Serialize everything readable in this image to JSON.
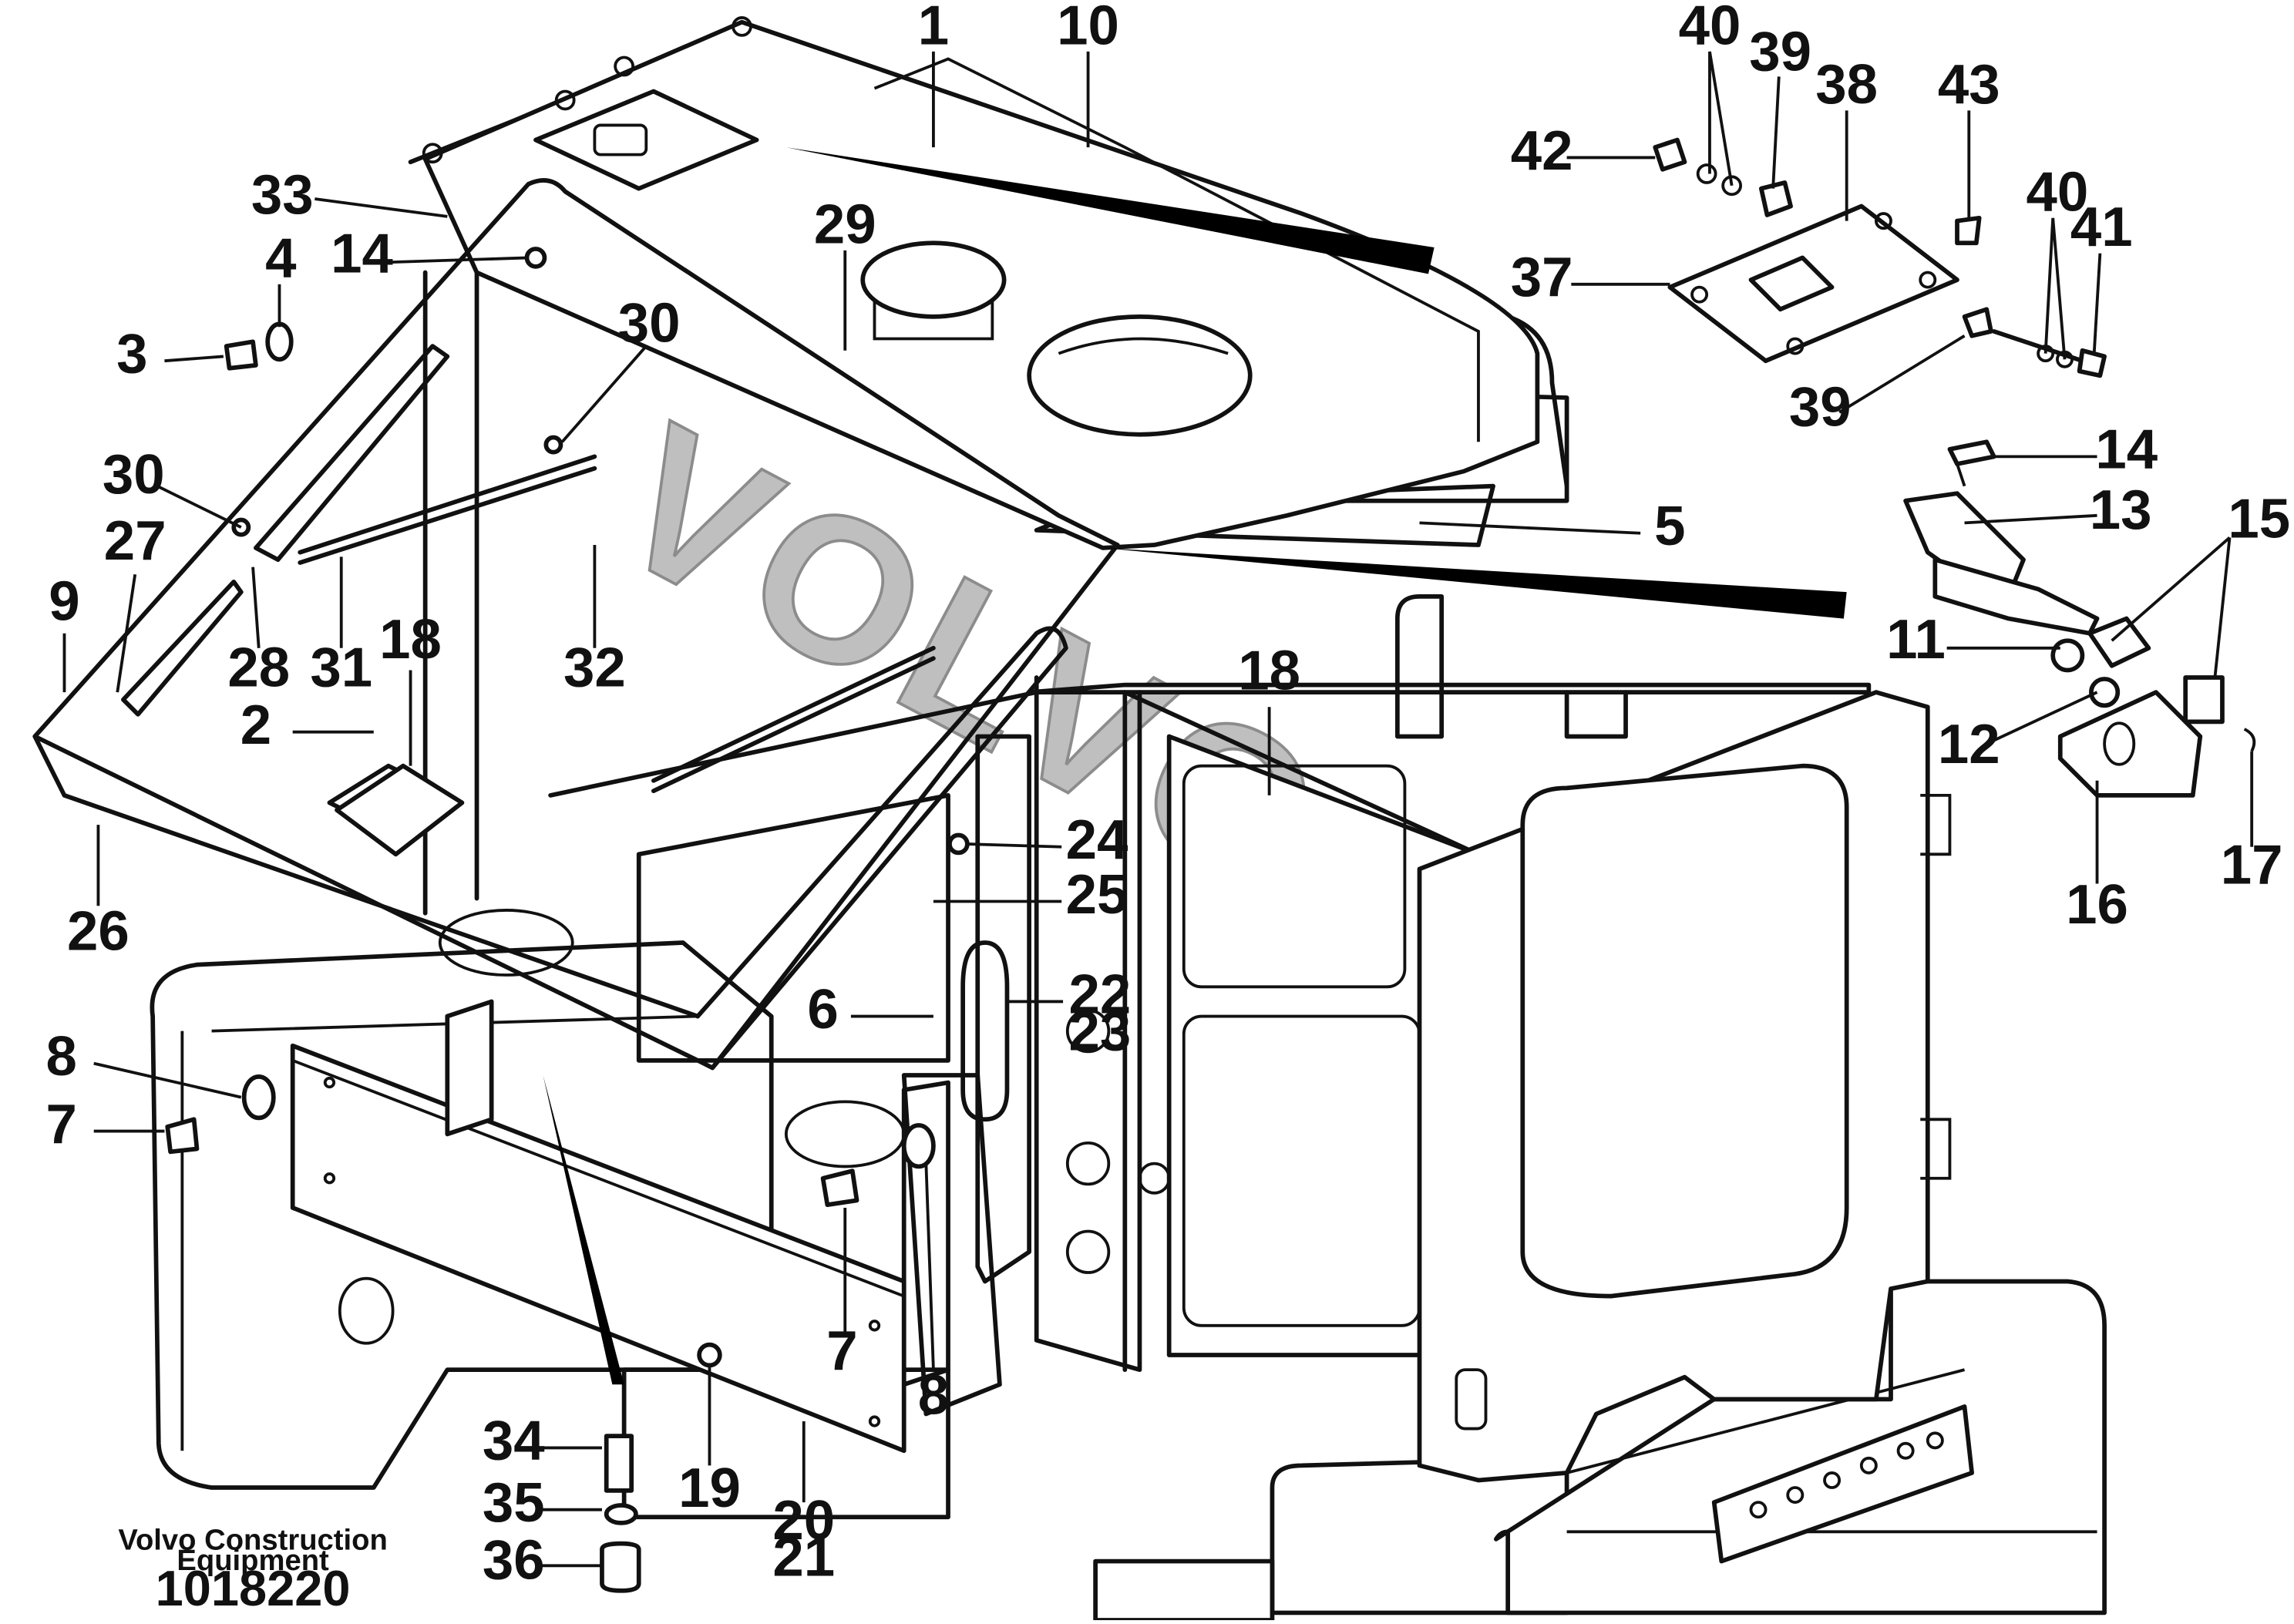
{
  "diagram": {
    "brand_watermark": "VOLVO",
    "publisher": "Volvo Construction\nEquipment",
    "publisher_line1": "Volvo Construction",
    "publisher_line2": "Equipment",
    "document_number": "1018220",
    "callouts": [
      {
        "id": "c1",
        "label": "1"
      },
      {
        "id": "c10",
        "label": "10"
      },
      {
        "id": "c33",
        "label": "33"
      },
      {
        "id": "c14a",
        "label": "14"
      },
      {
        "id": "c4",
        "label": "4"
      },
      {
        "id": "c3",
        "label": "3"
      },
      {
        "id": "c29",
        "label": "29"
      },
      {
        "id": "c30a",
        "label": "30"
      },
      {
        "id": "c30b",
        "label": "30"
      },
      {
        "id": "c27",
        "label": "27"
      },
      {
        "id": "c9",
        "label": "9"
      },
      {
        "id": "c28",
        "label": "28"
      },
      {
        "id": "c31",
        "label": "31"
      },
      {
        "id": "c32",
        "label": "32"
      },
      {
        "id": "c18a",
        "label": "18"
      },
      {
        "id": "c2",
        "label": "2"
      },
      {
        "id": "c26",
        "label": "26"
      },
      {
        "id": "c5",
        "label": "5"
      },
      {
        "id": "c18b",
        "label": "18"
      },
      {
        "id": "c24",
        "label": "24"
      },
      {
        "id": "c25",
        "label": "25"
      },
      {
        "id": "c22",
        "label": "22"
      },
      {
        "id": "c23",
        "label": "23"
      },
      {
        "id": "c6",
        "label": "6"
      },
      {
        "id": "c8a",
        "label": "8"
      },
      {
        "id": "c7a",
        "label": "7"
      },
      {
        "id": "c7b",
        "label": "7"
      },
      {
        "id": "c8b",
        "label": "8"
      },
      {
        "id": "c19",
        "label": "19"
      },
      {
        "id": "c20",
        "label": "20"
      },
      {
        "id": "c21",
        "label": "21"
      },
      {
        "id": "c34",
        "label": "34"
      },
      {
        "id": "c35",
        "label": "35"
      },
      {
        "id": "c36",
        "label": "36"
      },
      {
        "id": "c40a",
        "label": "40"
      },
      {
        "id": "c39a",
        "label": "39"
      },
      {
        "id": "c38",
        "label": "38"
      },
      {
        "id": "c43",
        "label": "43"
      },
      {
        "id": "c42",
        "label": "42"
      },
      {
        "id": "c37",
        "label": "37"
      },
      {
        "id": "c40b",
        "label": "40"
      },
      {
        "id": "c41",
        "label": "41"
      },
      {
        "id": "c39b",
        "label": "39"
      },
      {
        "id": "c14b",
        "label": "14"
      },
      {
        "id": "c13",
        "label": "13"
      },
      {
        "id": "c15",
        "label": "15"
      },
      {
        "id": "c11",
        "label": "11"
      },
      {
        "id": "c12",
        "label": "12"
      },
      {
        "id": "c17",
        "label": "17"
      },
      {
        "id": "c16",
        "label": "16"
      }
    ]
  }
}
